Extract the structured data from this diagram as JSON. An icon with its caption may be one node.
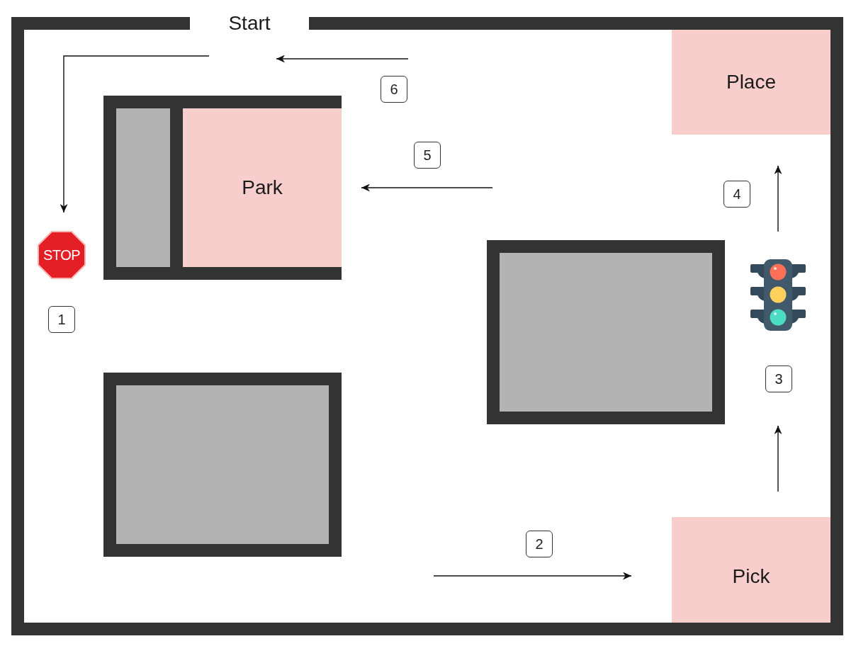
{
  "diagram": {
    "nodes": [
      {
        "text": [
          "Start"
        ]
      },
      {
        "text": [
          "Place"
        ],
        "in": 0
      },
      {
        "text": [],
        "shape": "box",
        "in": 0
      },
      {
        "text": [],
        "shape": "box",
        "in": 2
      },
      {
        "text": [
          "Park"
        ],
        "in": 2
      },
      {
        "text": [
          "STOP"
        ],
        "in": 0
      },
      {
        "text": [],
        "shape": "box",
        "in": 0
      },
      {
        "text": [],
        "shape": "box",
        "in": 0
      },
      {
        "text": [
          "Pick"
        ],
        "in": 0
      }
    ],
    "labels": [
      "6",
      "5",
      "4",
      "1",
      "3",
      "2"
    ]
  }
}
